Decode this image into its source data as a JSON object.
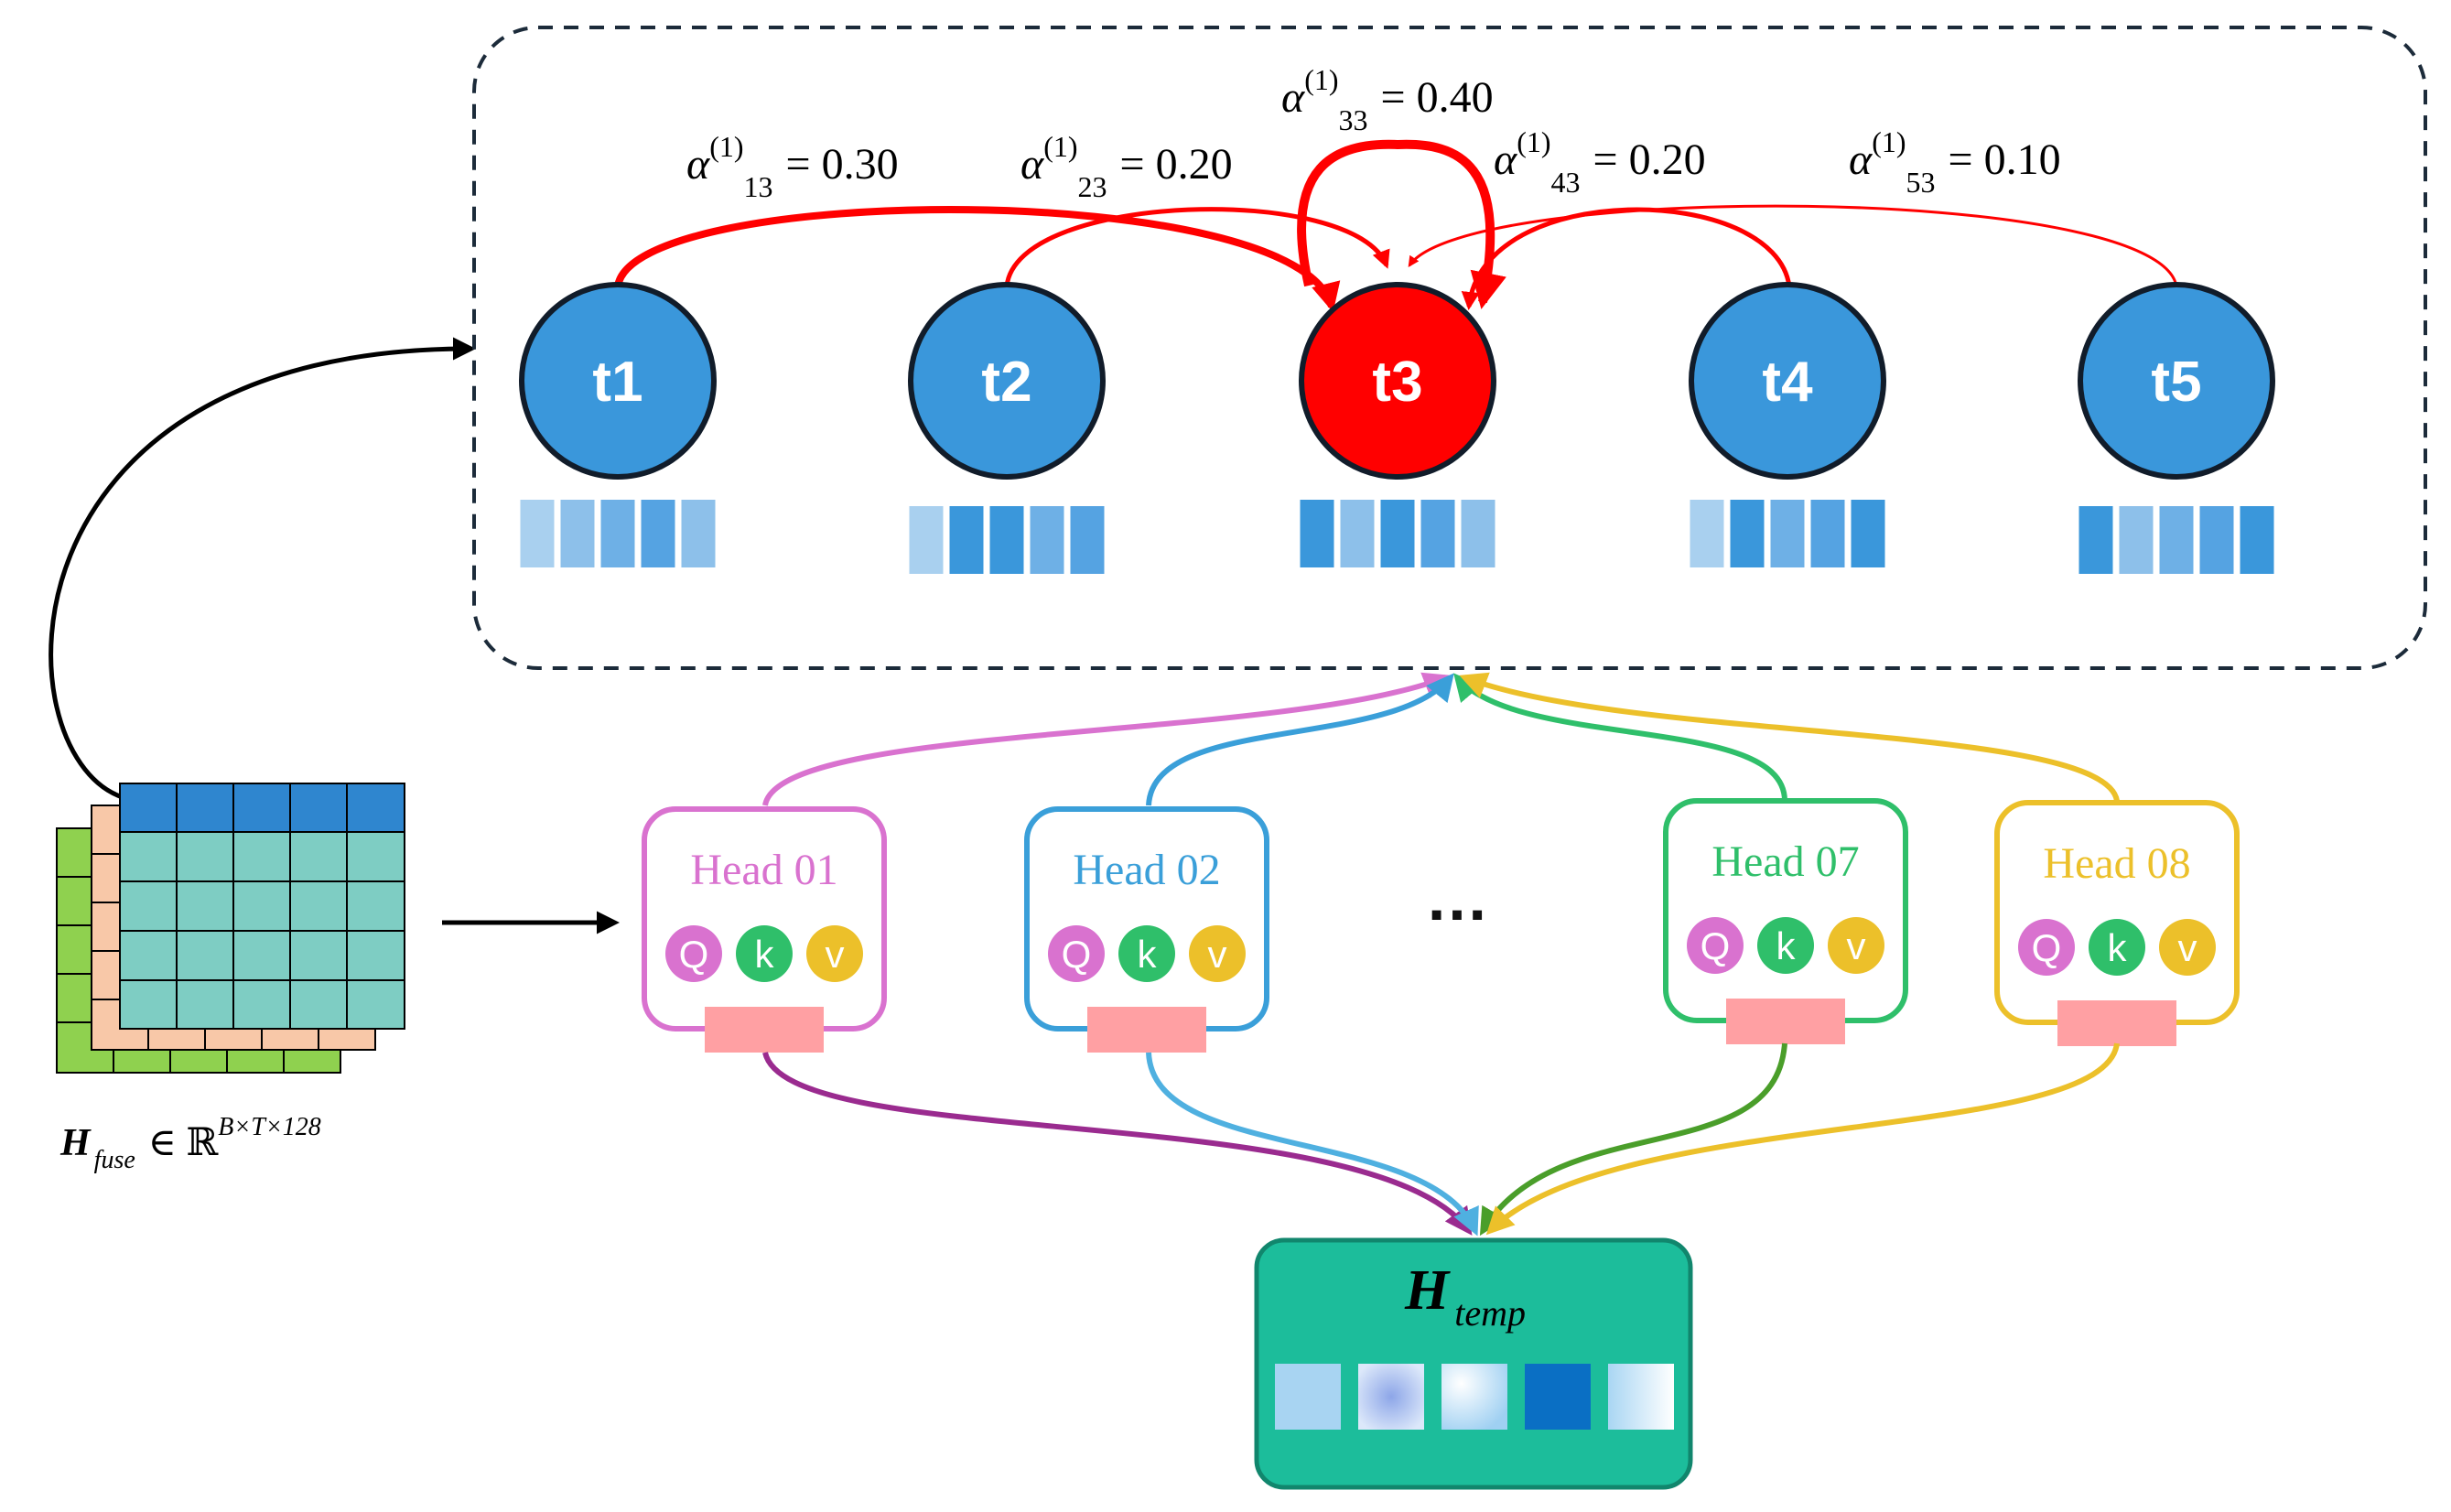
{
  "input": {
    "symbol": "H",
    "subscript": "fuse",
    "relation": "∈ ℝ",
    "superscript": "B×T×128"
  },
  "timesteps": [
    {
      "label": "t1",
      "color": "#3a97db",
      "cells": [
        "#a9d0ef",
        "#8dc0ea",
        "#6eb0e6",
        "#55a3e2",
        "#8dc0ea"
      ]
    },
    {
      "label": "t2",
      "color": "#3a97db",
      "cells": [
        "#a9d0ef",
        "#3a97db",
        "#3a97db",
        "#6eb0e6",
        "#55a3e2"
      ]
    },
    {
      "label": "t3",
      "color": "#ff0000",
      "cells": [
        "#3a97db",
        "#8dc0ea",
        "#3a97db",
        "#55a3e2",
        "#8dc0ea"
      ]
    },
    {
      "label": "t4",
      "color": "#3a97db",
      "cells": [
        "#a9d0ef",
        "#3a97db",
        "#6eb0e6",
        "#55a3e2",
        "#3a97db"
      ]
    },
    {
      "label": "t5",
      "color": "#3a97db",
      "cells": [
        "#3a97db",
        "#8dc0ea",
        "#6eb0e6",
        "#55a3e2",
        "#3a97db"
      ]
    }
  ],
  "attention": [
    {
      "symbol": "α",
      "sup": "(1)",
      "sub": "13",
      "value": "= 0.30"
    },
    {
      "symbol": "α",
      "sup": "(1)",
      "sub": "23",
      "value": "= 0.20"
    },
    {
      "symbol": "α",
      "sup": "(1)",
      "sub": "33",
      "value": "= 0.40"
    },
    {
      "symbol": "α",
      "sup": "(1)",
      "sub": "43",
      "value": "= 0.20"
    },
    {
      "symbol": "α",
      "sup": "(1)",
      "sub": "53",
      "value": "= 0.10"
    }
  ],
  "heads": [
    {
      "label": "Head 01",
      "color": "#d972cf",
      "q": "Q",
      "k": "k",
      "v": "v"
    },
    {
      "label": "Head 02",
      "color": "#3a9fd9",
      "q": "Q",
      "k": "k",
      "v": "v"
    },
    {
      "label": "Head 07",
      "color": "#2fbf6a",
      "q": "Q",
      "k": "k",
      "v": "v"
    },
    {
      "label": "Head 08",
      "color": "#ecc02a",
      "q": "Q",
      "k": "k",
      "v": "v"
    }
  ],
  "ellipsis": "…",
  "output": {
    "symbol": "H",
    "subscript": "temp"
  },
  "colors": {
    "accent_red": "#ff0000",
    "node_blue": "#3a97db",
    "q_color": "#d972cf",
    "k_color": "#2fbf6a",
    "v_color": "#ecc02a",
    "output_fill": "#1cbd9b",
    "head_bar": "#ffa0a3"
  }
}
